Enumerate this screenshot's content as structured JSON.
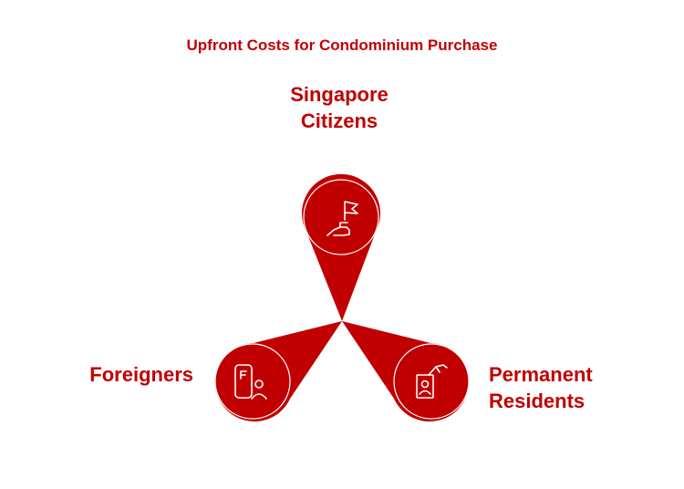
{
  "title": "Upfront Costs for Condominium Purchase",
  "colors": {
    "accent": "#c00000",
    "icon_stroke": "#ffffff",
    "divider": "#ffffff"
  },
  "nodes": [
    {
      "id": "singapore-citizens",
      "label_lines": [
        "Singapore",
        "Citizens"
      ],
      "icon": "flag-in-hand-icon"
    },
    {
      "id": "foreigners",
      "label_lines": [
        "Foreigners"
      ],
      "icon": "foreign-document-person-icon"
    },
    {
      "id": "permanent-residents",
      "label_lines": [
        "Permanent",
        "Residents"
      ],
      "icon": "id-card-hand-icon"
    }
  ]
}
